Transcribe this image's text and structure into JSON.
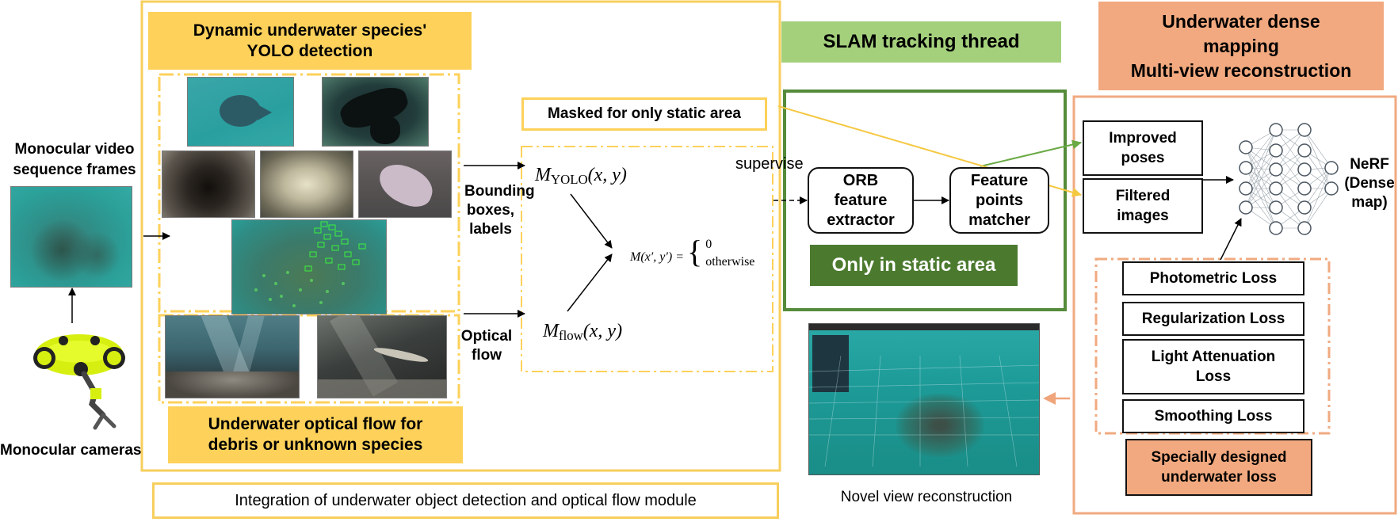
{
  "left": {
    "video_label": "Monocular video\nsequence frames",
    "camera_label": "Monocular cameras"
  },
  "detection": {
    "title": "Dynamic underwater species'\nYOLO detection",
    "flow_title": "Underwater optical flow for\ndebris or unknown species",
    "bbox_label": "Bounding\nboxes,\nlabels",
    "flow_label": "Optical\nflow",
    "integration_label": "Integration of underwater object detection and optical flow module"
  },
  "mask": {
    "masked_label": "Masked for only static area",
    "supervise_label": "supervise",
    "m_yolo_symbol": "M",
    "m_yolo_sub": "YOLO",
    "m_yolo_args": "(x, y)",
    "m_flow_symbol": "M",
    "m_flow_sub": "flow",
    "m_flow_args": "(x, y)",
    "m_combined_lhs": "M(x′, y′) =",
    "m_case_1": "0",
    "m_case_2": "otherwise"
  },
  "slam": {
    "title": "SLAM tracking thread",
    "orb_label": "ORB\nfeature\nextractor",
    "matcher_label": "Feature\npoints\nmatcher",
    "static_label": "Only in static area"
  },
  "mapping": {
    "title": "Underwater dense\nmapping\nMulti-view reconstruction",
    "improved_poses": "Improved\nposes",
    "filtered_images": "Filtered\nimages",
    "nerf_label": "NeRF\n(Dense\nmap)",
    "losses": [
      "Photometric Loss",
      "Regularization Loss",
      "Light Attenuation\nLoss",
      "Smoothing Loss"
    ],
    "special_loss": "Specially designed\nunderwater loss",
    "novel_view_label": "Novel view reconstruction"
  },
  "colors": {
    "yellow": "#fdd15a",
    "yellow_border": "#f7cf5d",
    "green_title": "#a4d07c",
    "green_dark": "#4b7a2f",
    "green_border": "#558b3a",
    "orange_fill": "#f2a97f",
    "orange_border": "#f0aa80",
    "arrow_yellow": "#f5c842",
    "arrow_orange": "#f0a47a"
  },
  "icons": [
    "fish-photo",
    "sea-cucumber-photo",
    "urchin-photo",
    "coral-photo",
    "stingray-photo",
    "yolo-detection-photo",
    "sunbeam-seafloor-photo",
    "fish-school-photo",
    "rov-camera-icon",
    "neural-network-icon",
    "reconstruction-screenshot"
  ]
}
